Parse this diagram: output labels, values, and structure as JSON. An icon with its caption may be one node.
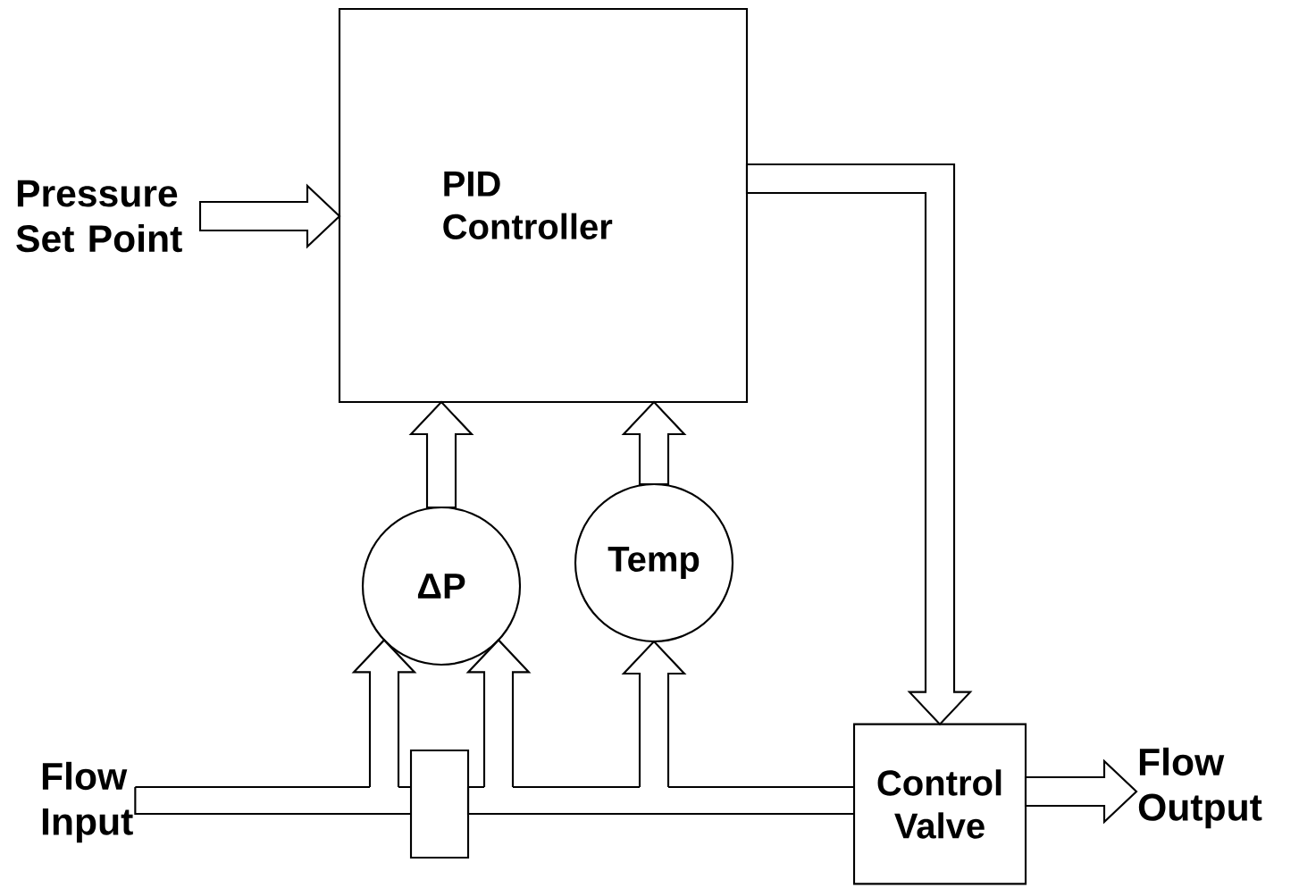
{
  "diagram": {
    "nodes": [
      {
        "text": [
          "PID Controller"
        ]
      },
      {
        "text": [
          "ΔP"
        ]
      },
      {
        "text": [
          "Temp"
        ]
      },
      {
        "text": [
          "Control Valve"
        ]
      },
      {
        "text": [],
        "shape": "box"
      },
      {
        "text": [
          "Pressure Set Point"
        ]
      },
      {
        "text": [
          "Flow Input"
        ]
      },
      {
        "text": [
          "Flow Output"
        ]
      }
    ],
    "edges": [
      {
        "from": 6,
        "to": 4,
        "arrow": "none"
      },
      {
        "from": 4,
        "to": 3,
        "arrow": "none"
      },
      {
        "from": null,
        "to": 1,
        "arrow": "to"
      },
      {
        "from": null,
        "to": 1,
        "arrow": "to"
      },
      {
        "from": null,
        "to": 2,
        "arrow": "to"
      },
      {
        "from": 1,
        "to": 0,
        "arrow": "to"
      },
      {
        "from": 2,
        "to": 0,
        "arrow": "to"
      },
      {
        "from": 0,
        "to": 3,
        "arrow": "to"
      },
      {
        "from": 5,
        "to": 0,
        "arrow": "to"
      },
      {
        "from": 3,
        "to": 7,
        "arrow": "to"
      }
    ]
  }
}
